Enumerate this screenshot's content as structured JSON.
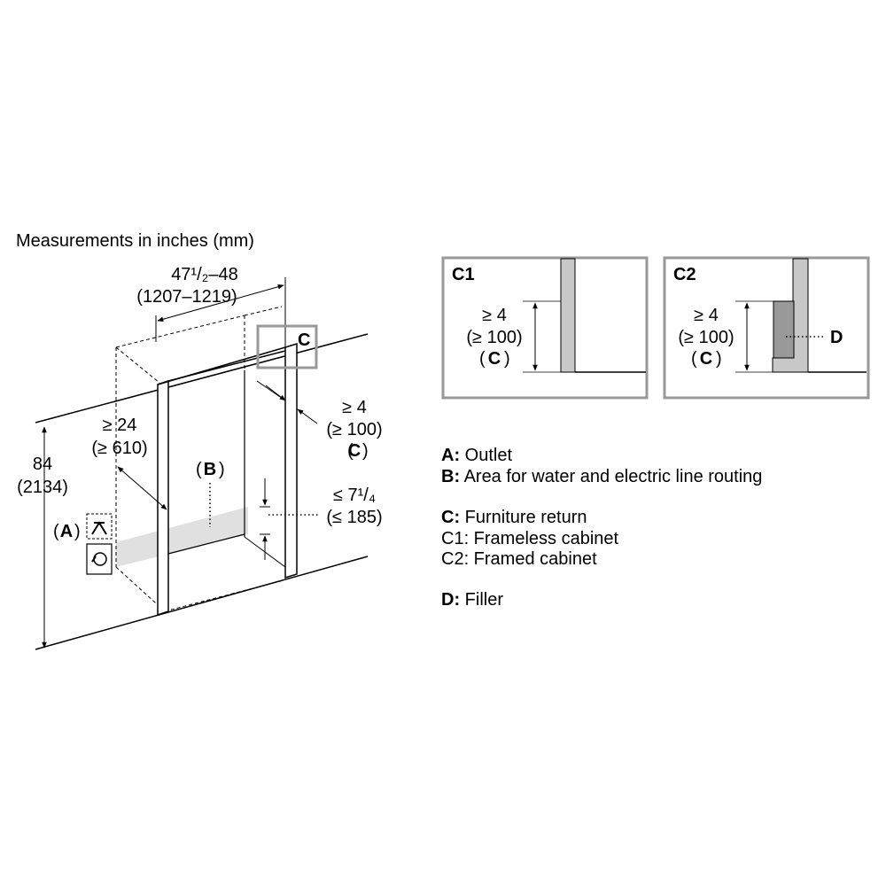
{
  "heading": "Measurements in inches (mm)",
  "dimensions": {
    "width_in": "47¹/₂–48",
    "width_mm": "(1207–1219)",
    "height_in": "84",
    "height_mm": "(2134)",
    "depth_in": "≥ 24",
    "depth_mm": "(≥ 610)",
    "return_in": "≥ 4",
    "return_mm": "(≥ 100)",
    "return_tag": "C",
    "routing_in": "≤ 7¹/₄",
    "routing_mm": "(≤ 185)"
  },
  "markers": {
    "a": "A",
    "b": "B",
    "c": "C",
    "d": "D"
  },
  "details": {
    "c1": {
      "title": "C1",
      "dim_in": "≥ 4",
      "dim_mm": "(≥ 100)",
      "tag": "C"
    },
    "c2": {
      "title": "C2",
      "dim_in": "≥ 4",
      "dim_mm": "(≥ 100)",
      "tag": "C",
      "filler_tag": "D"
    }
  },
  "legend": {
    "a_key": "A:",
    "a_text": "Outlet",
    "b_key": "B:",
    "b_text": "Area for water and electric line routing",
    "c_key": "C:",
    "c_text": "Furniture return",
    "c1_text": "C1: Frameless cabinet",
    "c2_text": "C2: Framed cabinet",
    "d_key": "D:",
    "d_text": "Filler"
  },
  "colors": {
    "line": "#000000",
    "panel_fill": "#c8c8c8",
    "routing_area": "#e0e0e0",
    "frame_gray": "#999999"
  }
}
